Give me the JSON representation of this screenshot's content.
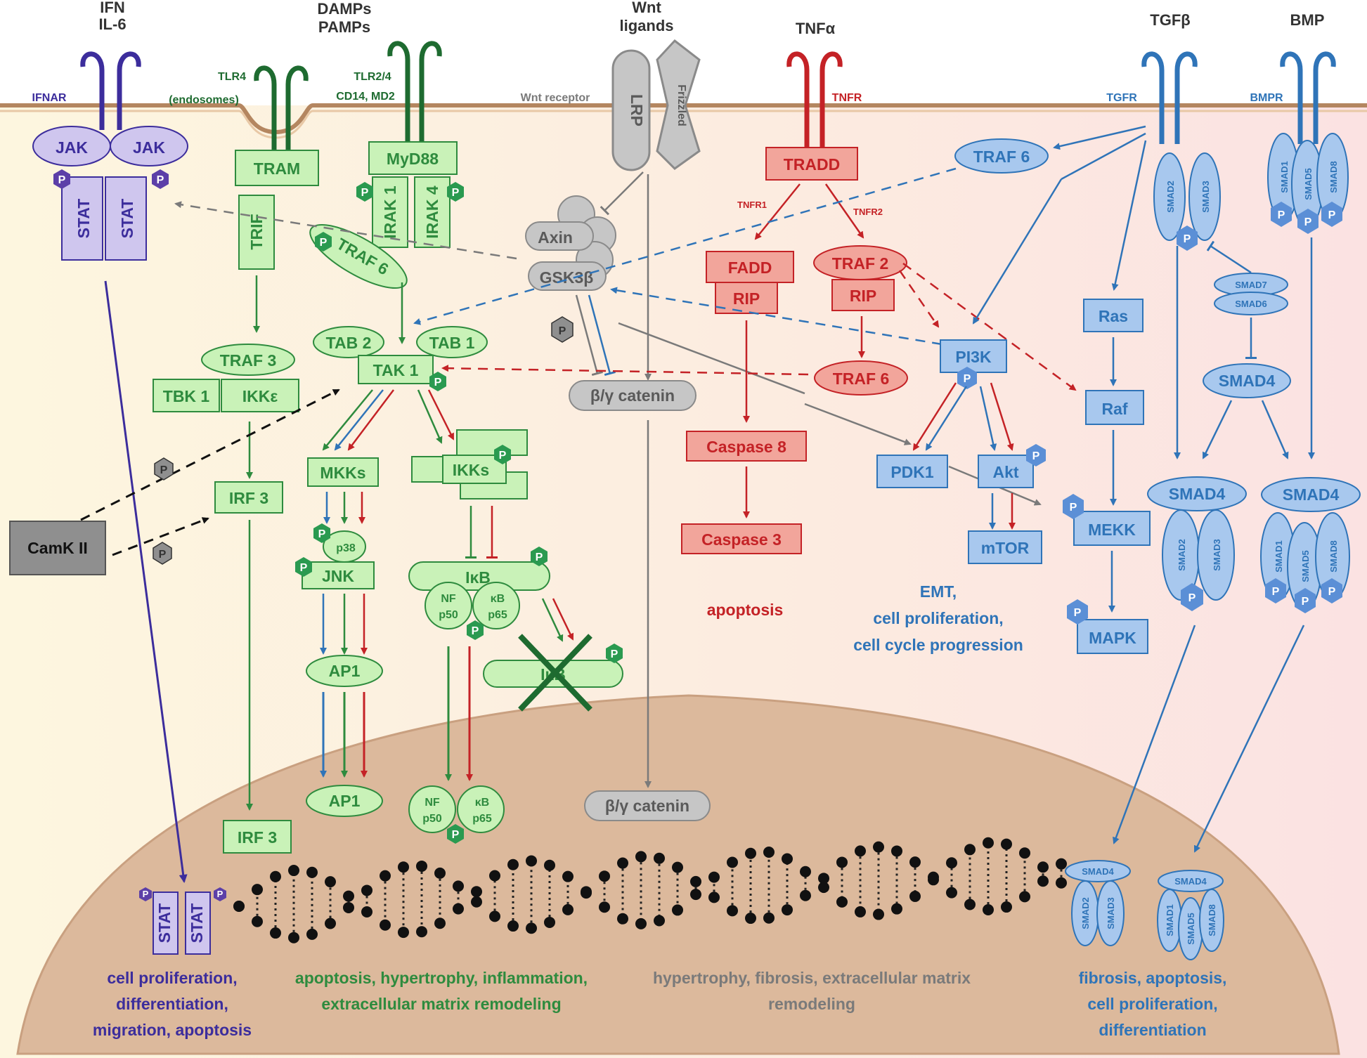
{
  "ligands": {
    "ifn": [
      "IFN",
      "IL-6"
    ],
    "damps": [
      "DAMPs",
      "PAMPs"
    ],
    "wnt": [
      "Wnt",
      "ligands"
    ],
    "tnf": "TNFα",
    "tgf": "TGFβ",
    "bmp": "BMP"
  },
  "receptors": {
    "ifnar": "IFNAR",
    "tlr4": [
      "TLR4",
      "(endosomes)"
    ],
    "tlr24": [
      "TLR2/4",
      "CD14, MD2"
    ],
    "wnt_receptor": "Wnt receptor",
    "lrp": "LRP",
    "frizzled": "Frizzled",
    "tnfr": "TNFR",
    "tgfr": "TGFR",
    "bmpr": "BMPR"
  },
  "jak_stat": {
    "jak": "JAK",
    "stat": "STAT",
    "p": "P"
  },
  "tlr": {
    "tram": "TRAM",
    "trif": "TRIF",
    "traf3": "TRAF 3",
    "tbk1": "TBK 1",
    "ikke": "IKKε",
    "irf3": "IRF 3",
    "myd88": "MyD88",
    "irak1": "IRAK 1",
    "irak4": "IRAK 4",
    "traf6": "TRAF 6",
    "tab2": "TAB 2",
    "tab1": "TAB 1",
    "tak1": "TAK 1",
    "mkks": "MKKs",
    "ikks": "IKKs",
    "p38": "p38",
    "jnk": "JNK",
    "ap1": "AP1",
    "ikb": "IκB",
    "nf": "NF",
    "p50": "p50",
    "kb": "κB",
    "p65": "p65",
    "camk": "CamK II"
  },
  "wnt_path": {
    "axin": "Axin",
    "gsk": "GSK3β",
    "catenin": "β/γ catenin"
  },
  "tnf_path": {
    "tradd": "TRADD",
    "tnfr1": "TNFR1",
    "tnfr2": "TNFR2",
    "fadd": "FADD",
    "rip": "RIP",
    "traf2": "TRAF 2",
    "traf6": "TRAF 6",
    "casp8": "Caspase 8",
    "casp3": "Caspase 3",
    "apoptosis": "apoptosis"
  },
  "tgf_path": {
    "traf6": "TRAF 6",
    "pi3k": "PI3K",
    "pdk1": "PDK1",
    "akt": "Akt",
    "mtor": "mTOR",
    "ras": "Ras",
    "raf": "Raf",
    "mekk": "MEKK",
    "mapk": "MAPK",
    "smad1": "SMAD1",
    "smad2": "SMAD2",
    "smad3": "SMAD3",
    "smad4": "SMAD4",
    "smad5": "SMAD5",
    "smad6": "SMAD6",
    "smad7": "SMAD7",
    "smad8": "SMAD8",
    "emt": [
      "EMT,",
      "cell proliferation,",
      "cell cycle progression"
    ]
  },
  "outcomes": {
    "stat": [
      "cell proliferation,",
      "differentiation,",
      "migration, apoptosis"
    ],
    "tlr": [
      "apoptosis, hypertrophy, inflammation,",
      "extracellular matrix remodeling"
    ],
    "wnt": [
      "hypertrophy, fibrosis, extracellular matrix",
      "remodeling"
    ],
    "smad": [
      "fibrosis, apoptosis,",
      "cell proliferation,",
      "differentiation"
    ]
  },
  "colors": {
    "cytoplasm_left": "#fdf5df",
    "cytoplasm_right": "#fbe3e0",
    "membrane": "#b48660",
    "nucleus": "#dcb99c",
    "jak_stat": "#3c2d9c",
    "tlr": "#2e8b3e",
    "tlr_fill": "#c9f2b8",
    "wnt": "#8a8a8a",
    "tnf": "#c42226",
    "tnf_fill": "#f2a59b",
    "tgf": "#2f74b8",
    "tgf_fill": "#a8c8ee"
  }
}
